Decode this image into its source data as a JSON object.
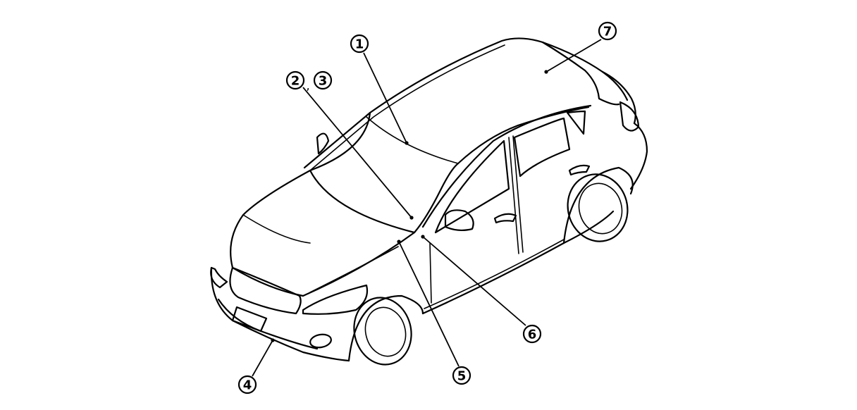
{
  "callouts": [
    {
      "id": "c1",
      "label": "1"
    },
    {
      "id": "c2",
      "label": "2"
    },
    {
      "id": "c3",
      "label": "3"
    },
    {
      "id": "c4",
      "label": "4"
    },
    {
      "id": "c5",
      "label": "5"
    },
    {
      "id": "c6",
      "label": "6"
    },
    {
      "id": "c7",
      "label": "7"
    }
  ],
  "separator": ","
}
